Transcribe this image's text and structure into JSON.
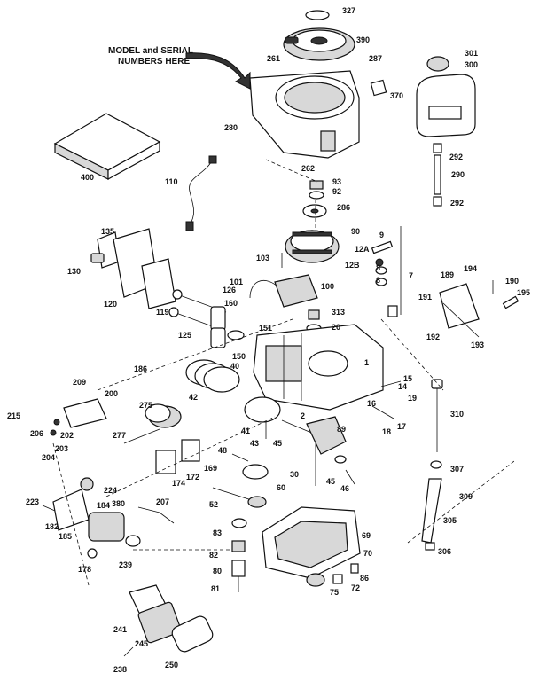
{
  "callout": {
    "line1": "MODEL and SERIAL",
    "line2": "NUMBERS HERE"
  },
  "labels": [
    {
      "id": "p327",
      "text": "327"
    },
    {
      "id": "p390",
      "text": "390"
    },
    {
      "id": "p261",
      "text": "261"
    },
    {
      "id": "p287",
      "text": "287"
    },
    {
      "id": "p301",
      "text": "301"
    },
    {
      "id": "p300",
      "text": "300"
    },
    {
      "id": "p370",
      "text": "370"
    },
    {
      "id": "p280",
      "text": "280"
    },
    {
      "id": "p400",
      "text": "400"
    },
    {
      "id": "p262",
      "text": "262"
    },
    {
      "id": "p292a",
      "text": "292"
    },
    {
      "id": "p290",
      "text": "290"
    },
    {
      "id": "p292b",
      "text": "292"
    },
    {
      "id": "p93",
      "text": "93"
    },
    {
      "id": "p92",
      "text": "92"
    },
    {
      "id": "p110",
      "text": "110"
    },
    {
      "id": "p286",
      "text": "286"
    },
    {
      "id": "p90",
      "text": "90"
    },
    {
      "id": "p9",
      "text": "9"
    },
    {
      "id": "p12A",
      "text": "12A"
    },
    {
      "id": "p135",
      "text": "135"
    },
    {
      "id": "p103",
      "text": "103"
    },
    {
      "id": "p12B",
      "text": "12B"
    },
    {
      "id": "p8a",
      "text": "8"
    },
    {
      "id": "p8b",
      "text": "8"
    },
    {
      "id": "p7",
      "text": "7"
    },
    {
      "id": "p130",
      "text": "130"
    },
    {
      "id": "p189",
      "text": "189"
    },
    {
      "id": "p194",
      "text": "194"
    },
    {
      "id": "p190",
      "text": "190"
    },
    {
      "id": "p195",
      "text": "195"
    },
    {
      "id": "p191",
      "text": "191"
    },
    {
      "id": "p101",
      "text": "101"
    },
    {
      "id": "p100",
      "text": "100"
    },
    {
      "id": "p126",
      "text": "126"
    },
    {
      "id": "p120",
      "text": "120"
    },
    {
      "id": "p119",
      "text": "119"
    },
    {
      "id": "p160",
      "text": "160"
    },
    {
      "id": "p313",
      "text": "313"
    },
    {
      "id": "p125",
      "text": "125"
    },
    {
      "id": "p20",
      "text": "20"
    },
    {
      "id": "p192",
      "text": "192"
    },
    {
      "id": "p151",
      "text": "151"
    },
    {
      "id": "p193",
      "text": "193"
    },
    {
      "id": "p150",
      "text": "150"
    },
    {
      "id": "p40",
      "text": "40"
    },
    {
      "id": "p1",
      "text": "1"
    },
    {
      "id": "p186",
      "text": "186"
    },
    {
      "id": "p15",
      "text": "15"
    },
    {
      "id": "p14",
      "text": "14"
    },
    {
      "id": "p209",
      "text": "209"
    },
    {
      "id": "p200",
      "text": "200"
    },
    {
      "id": "p42",
      "text": "42"
    },
    {
      "id": "p19",
      "text": "19"
    },
    {
      "id": "p275",
      "text": "275"
    },
    {
      "id": "p16",
      "text": "16"
    },
    {
      "id": "p310",
      "text": "310"
    },
    {
      "id": "p215",
      "text": "215"
    },
    {
      "id": "p2",
      "text": "2"
    },
    {
      "id": "p206",
      "text": "206"
    },
    {
      "id": "p202",
      "text": "202"
    },
    {
      "id": "p89",
      "text": "89"
    },
    {
      "id": "p18",
      "text": "18"
    },
    {
      "id": "p17",
      "text": "17"
    },
    {
      "id": "p203",
      "text": "203"
    },
    {
      "id": "p41",
      "text": "41"
    },
    {
      "id": "p204",
      "text": "204"
    },
    {
      "id": "p277",
      "text": "277"
    },
    {
      "id": "p43",
      "text": "43"
    },
    {
      "id": "p45a",
      "text": "45"
    },
    {
      "id": "p48",
      "text": "48"
    },
    {
      "id": "p169",
      "text": "169"
    },
    {
      "id": "p307",
      "text": "307"
    },
    {
      "id": "p30",
      "text": "30"
    },
    {
      "id": "p174",
      "text": "174"
    },
    {
      "id": "p172",
      "text": "172"
    },
    {
      "id": "p45b",
      "text": "45"
    },
    {
      "id": "p46",
      "text": "46"
    },
    {
      "id": "p60",
      "text": "60"
    },
    {
      "id": "p224",
      "text": "224"
    },
    {
      "id": "p309",
      "text": "309"
    },
    {
      "id": "p223",
      "text": "223"
    },
    {
      "id": "p380",
      "text": "380"
    },
    {
      "id": "p52",
      "text": "52"
    },
    {
      "id": "p207",
      "text": "207"
    },
    {
      "id": "p184",
      "text": "184"
    },
    {
      "id": "p182",
      "text": "182"
    },
    {
      "id": "p305",
      "text": "305"
    },
    {
      "id": "p185",
      "text": "185"
    },
    {
      "id": "p83",
      "text": "83"
    },
    {
      "id": "p69",
      "text": "69"
    },
    {
      "id": "p306",
      "text": "306"
    },
    {
      "id": "p82",
      "text": "82"
    },
    {
      "id": "p70",
      "text": "70"
    },
    {
      "id": "p178",
      "text": "178"
    },
    {
      "id": "p239",
      "text": "239"
    },
    {
      "id": "p80",
      "text": "80"
    },
    {
      "id": "p86",
      "text": "86"
    },
    {
      "id": "p75",
      "text": "75"
    },
    {
      "id": "p72",
      "text": "72"
    },
    {
      "id": "p81",
      "text": "81"
    },
    {
      "id": "p241",
      "text": "241"
    },
    {
      "id": "p245",
      "text": "245"
    },
    {
      "id": "p250",
      "text": "250"
    },
    {
      "id": "p238",
      "text": "238"
    }
  ]
}
